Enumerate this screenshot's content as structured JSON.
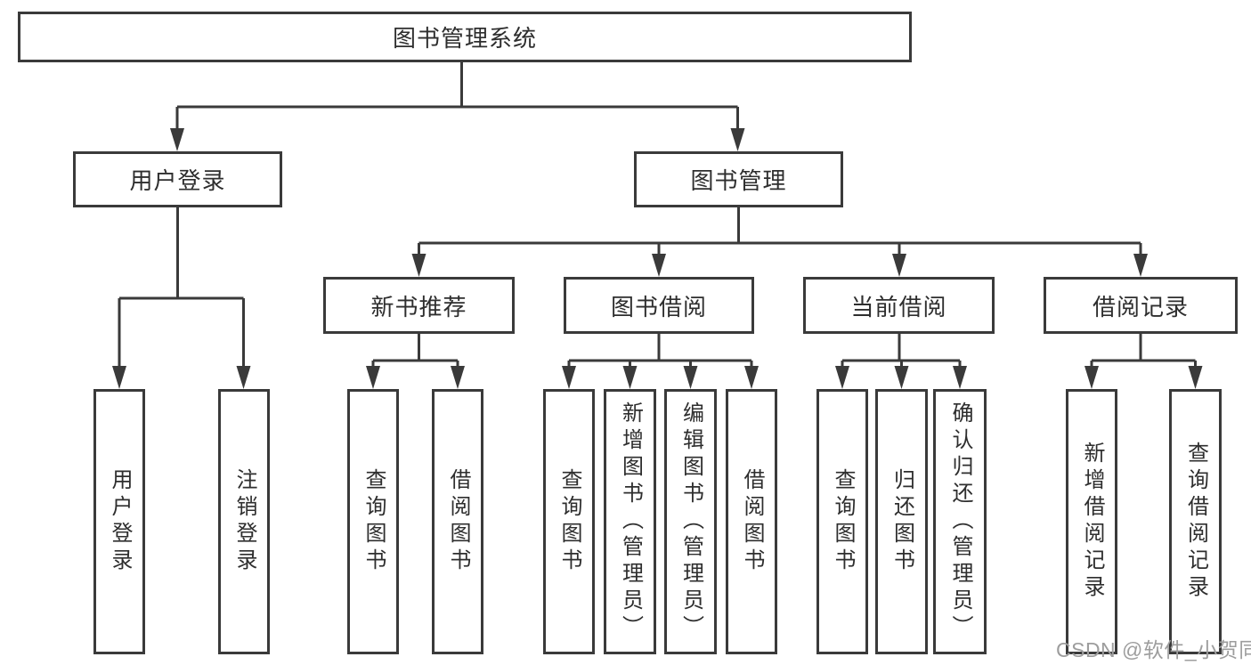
{
  "colors": {
    "background": "#ffffff",
    "line": "#3a3a3a",
    "box_border": "#3a3a3a",
    "box_fill": "#ffffff",
    "text": "#2e2e2e",
    "watermark": "#9d9d9d"
  },
  "tree": {
    "label": "图书管理系统",
    "children": [
      {
        "label": "用户登录",
        "children": [
          {
            "label": "用户登录"
          },
          {
            "label": "注销登录"
          }
        ]
      },
      {
        "label": "图书管理",
        "children": [
          {
            "label": "新书推荐",
            "children": [
              {
                "label": "查询图书"
              },
              {
                "label": "借阅图书"
              }
            ]
          },
          {
            "label": "图书借阅",
            "children": [
              {
                "label": "查询图书"
              },
              {
                "label": "新增图书（管理员）"
              },
              {
                "label": "编辑图书（管理员）"
              },
              {
                "label": "借阅图书"
              }
            ]
          },
          {
            "label": "当前借阅",
            "children": [
              {
                "label": "查询图书"
              },
              {
                "label": "归还图书"
              },
              {
                "label": "确认归还（管理员）"
              }
            ]
          },
          {
            "label": "借阅记录",
            "children": [
              {
                "label": "新增借阅记录"
              },
              {
                "label": "查询借阅记录"
              }
            ]
          }
        ]
      }
    ]
  },
  "watermark": "CSDN @软件_小贺同学"
}
